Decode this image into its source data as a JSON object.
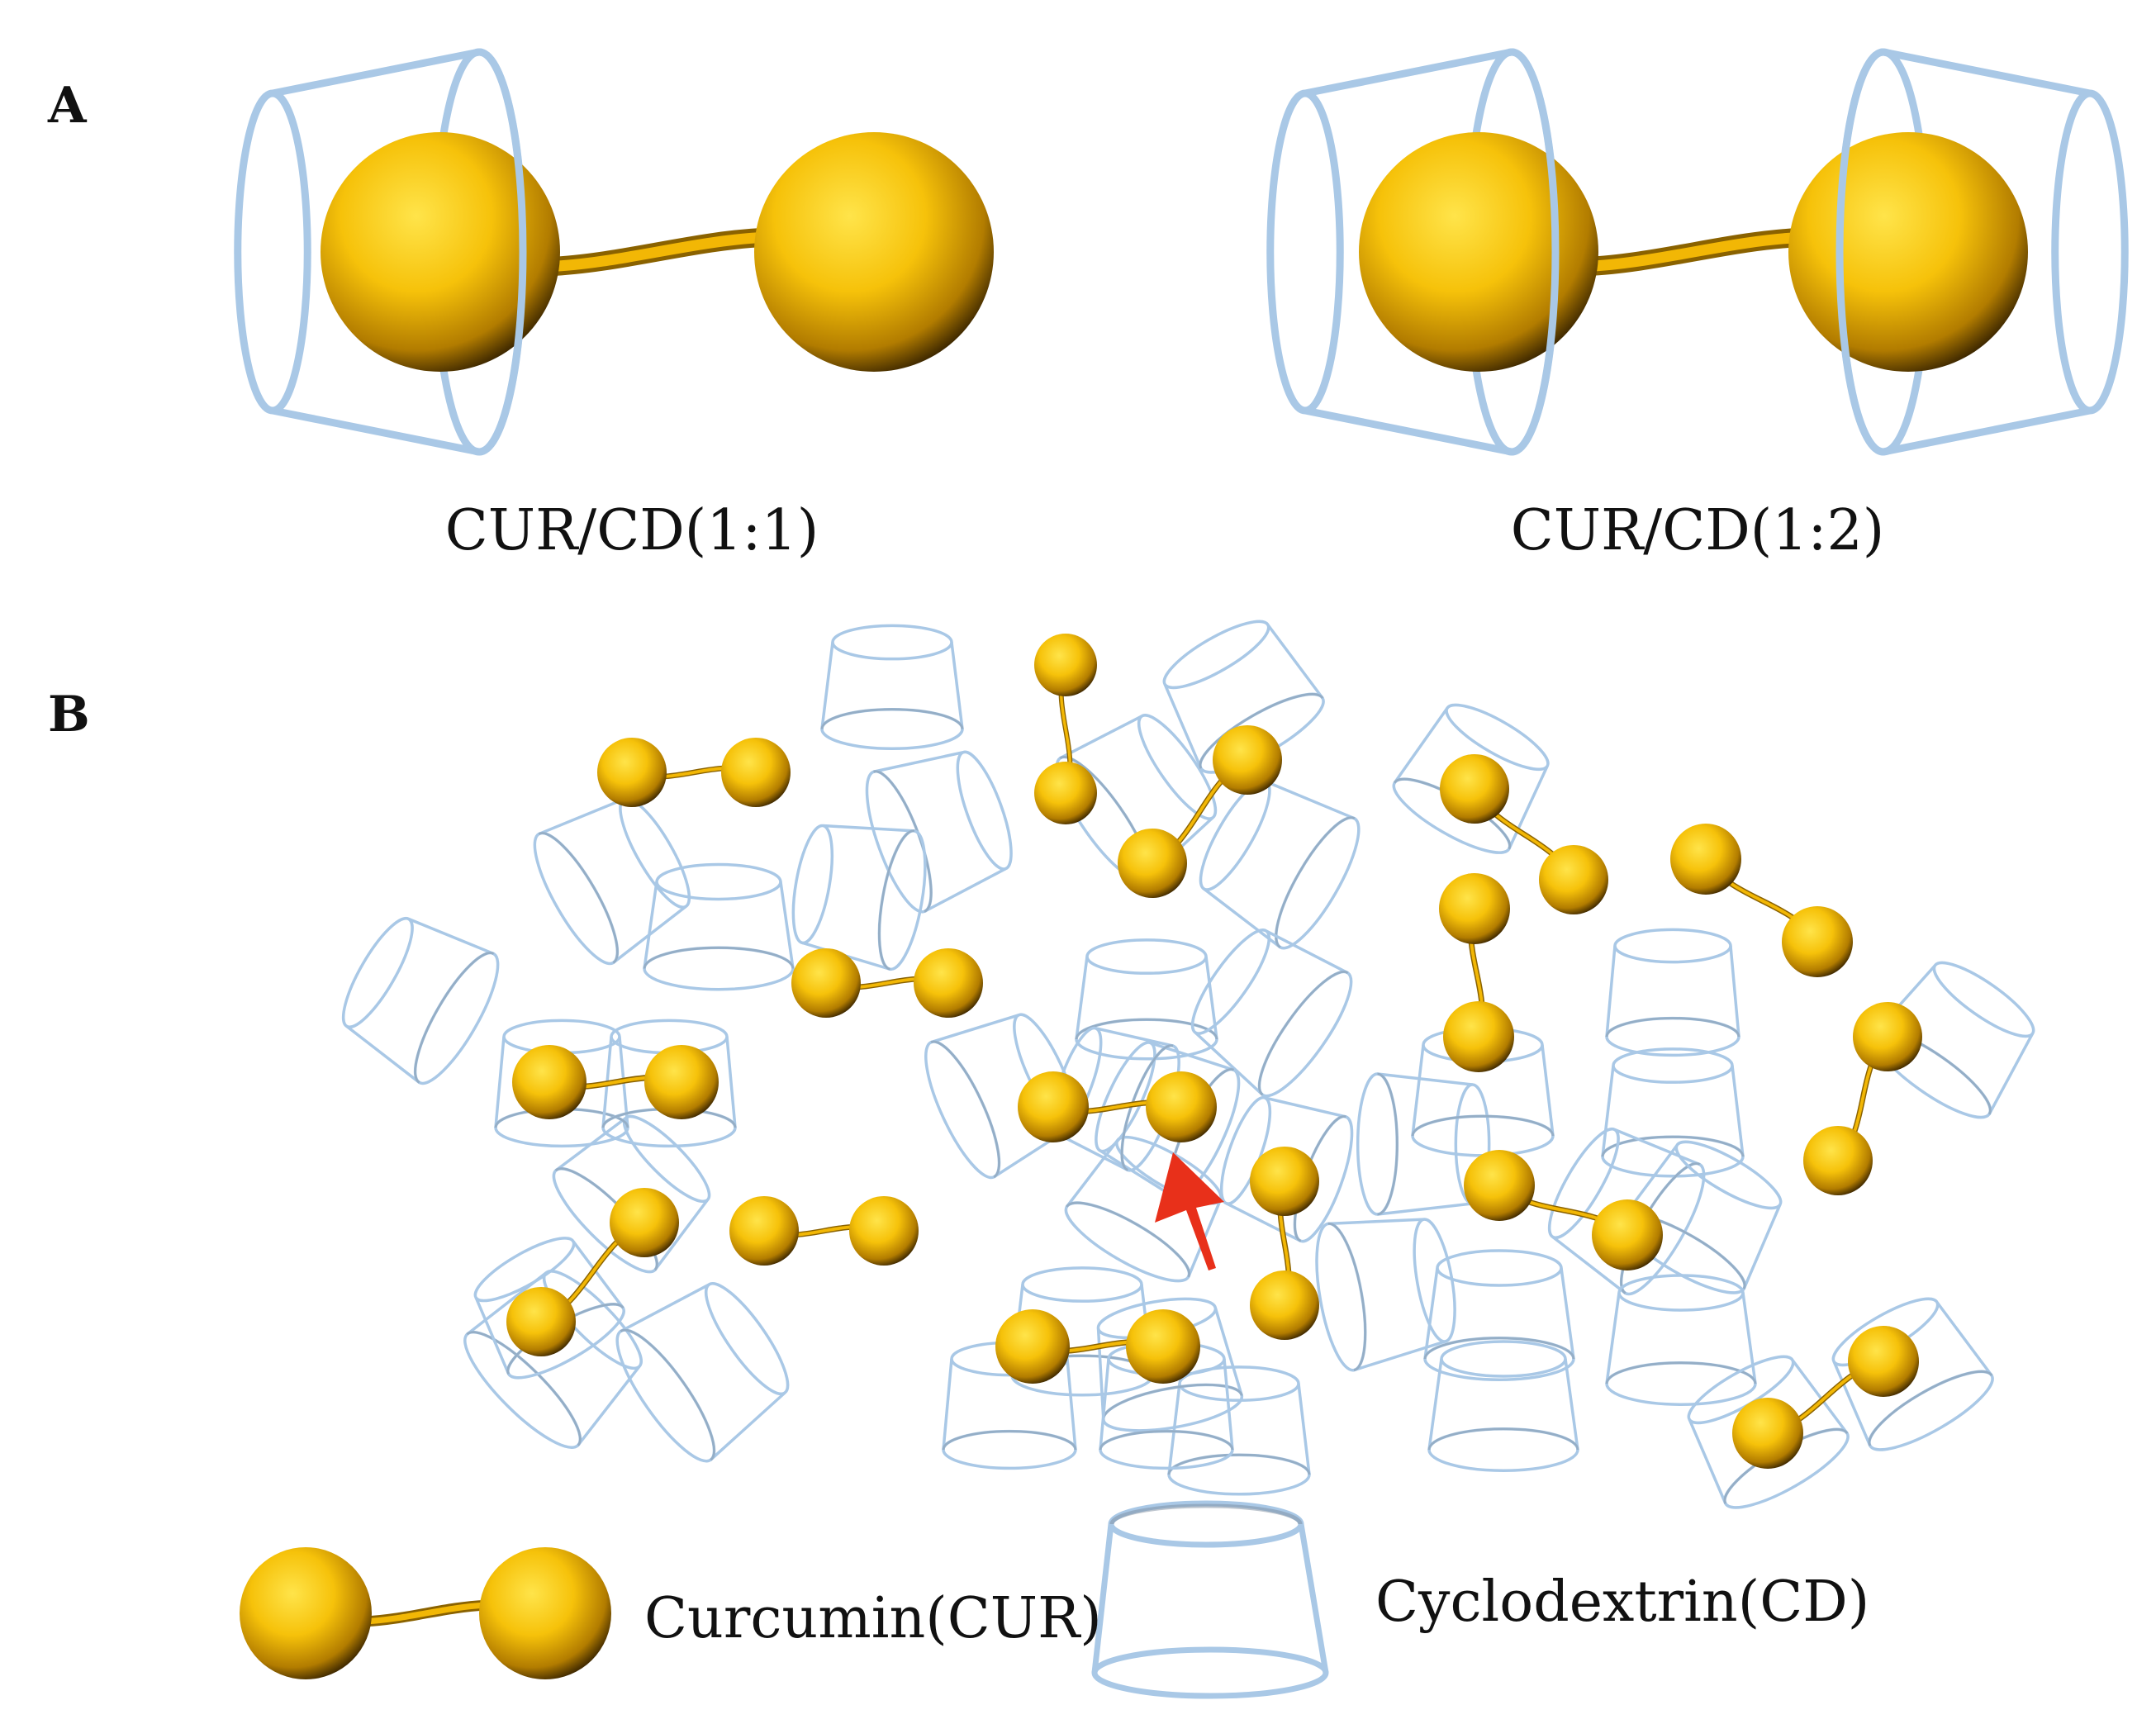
{
  "panels": {
    "a": {
      "label": "A",
      "left_caption": "CUR/CD(1:1)",
      "right_caption": "CUR/CD(1:2)"
    },
    "b": {
      "label": "B"
    }
  },
  "legend": {
    "curcumin": "Curcumin(CUR)",
    "cyclodextrin": "Cyclodextrin(CD)"
  },
  "colors": {
    "curcumin": "#f2b705",
    "cyclodextrin": "#a9c8e6",
    "arrow": "#e8301a",
    "text": "#111111"
  }
}
